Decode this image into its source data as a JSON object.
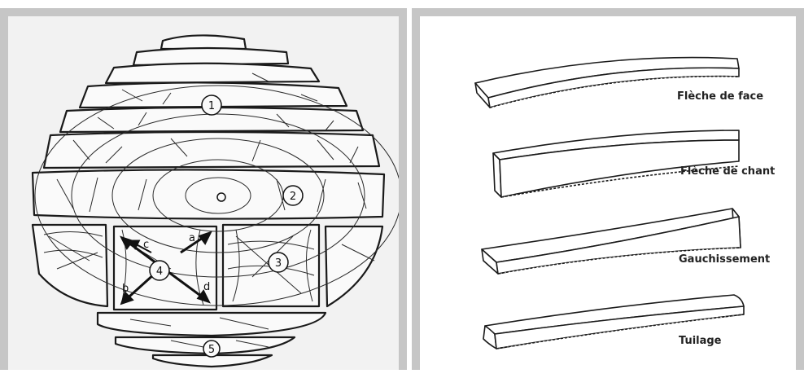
{
  "left_diagram": {
    "numbers": [
      "1",
      "2",
      "3",
      "4",
      "5"
    ],
    "letters": [
      "a",
      "b",
      "c",
      "d"
    ]
  },
  "right_diagram": {
    "labels": [
      "Flèche de face",
      "Flèche de chant",
      "Gauchissement",
      "Tuilage"
    ]
  },
  "colors": {
    "frame": "#c6c6c6",
    "ink": "#1a1a1a",
    "left_bg": "#f2f2f2"
  }
}
